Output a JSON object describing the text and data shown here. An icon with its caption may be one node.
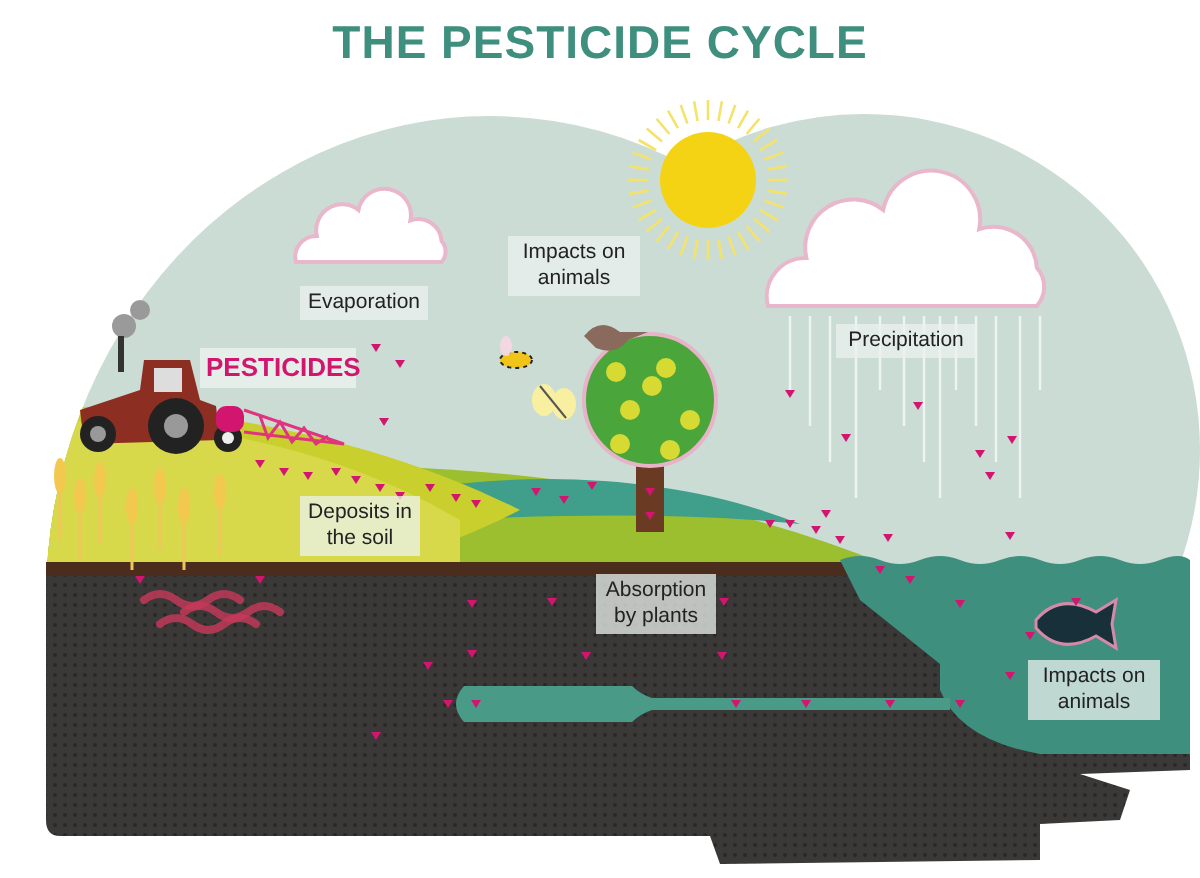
{
  "diagram": {
    "title": "THE PESTICIDE CYCLE",
    "labels": [
      "Impacts on animals",
      "Evaporation",
      "Precipitation",
      "PESTICIDES",
      "Deposits in the soil",
      "Absorption by plants",
      "Impacts on animals"
    ]
  }
}
